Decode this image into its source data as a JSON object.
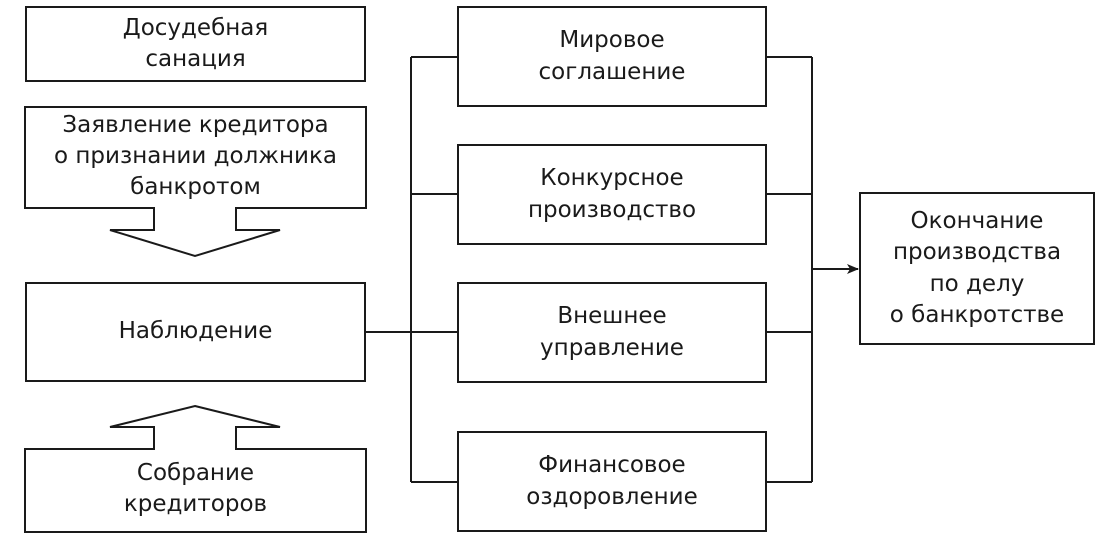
{
  "nodes": {
    "prejudicial_sanation": [
      "Досудебная",
      "санация"
    ],
    "creditor_claim": [
      "Заявление кредитора",
      "о признании должника",
      "банкротом"
    ],
    "observation": [
      "Наблюдение"
    ],
    "creditors_meeting": [
      "Собрание",
      "кредиторов"
    ],
    "amicable_settlement": [
      "Мировое",
      "соглашение"
    ],
    "competitive_proceedings": [
      "Конкурсное",
      "производство"
    ],
    "external_management": [
      "Внешнее",
      "управление"
    ],
    "financial_recovery": [
      "Финансовое",
      "оздоровление"
    ],
    "proceedings_end": [
      "Окончание",
      "производства",
      "по делу",
      "о банкротстве"
    ]
  },
  "colors": {
    "stroke": "#1a1a1a",
    "fill": "#ffffff",
    "text": "#1a1a1a"
  }
}
